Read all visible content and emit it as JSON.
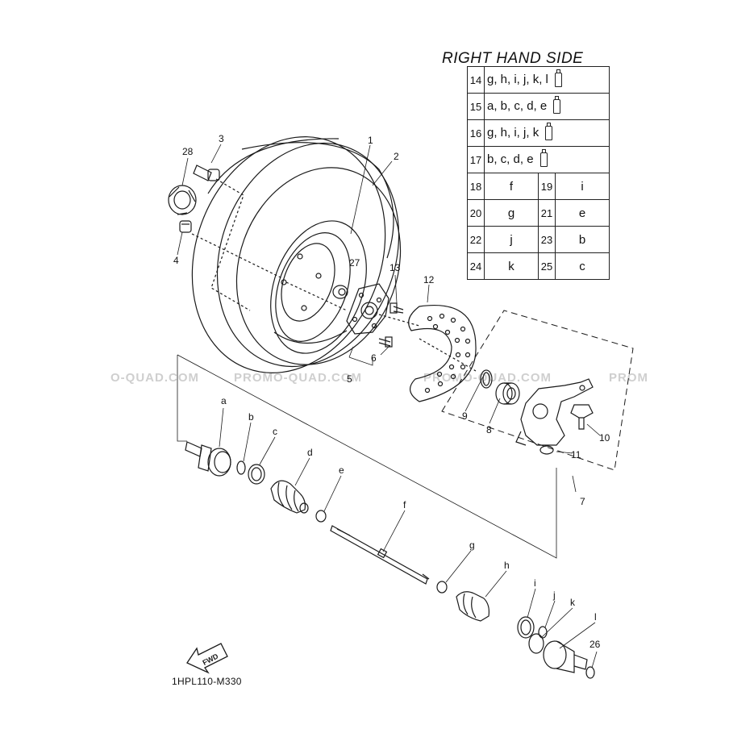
{
  "table": {
    "title": "RIGHT HAND SIDE",
    "grouped_rows": [
      {
        "num": "14",
        "parts": "g, h, i, j, k, l",
        "icon": "grease-tube-icon"
      },
      {
        "num": "15",
        "parts": "a, b, c, d, e",
        "icon": "grease-tube-icon"
      },
      {
        "num": "16",
        "parts": "g, h, i, j, k",
        "icon": "grease-tube-icon"
      },
      {
        "num": "17",
        "parts": "b, c, d, e",
        "icon": "grease-tube-icon"
      }
    ],
    "pair_rows": [
      {
        "n1": "18",
        "v1": "f",
        "n2": "19",
        "v2": "i"
      },
      {
        "n1": "20",
        "v1": "g",
        "n2": "21",
        "v2": "e"
      },
      {
        "n1": "22",
        "v1": "j",
        "n2": "23",
        "v2": "b"
      },
      {
        "n1": "24",
        "v1": "k",
        "n2": "25",
        "v2": "c"
      }
    ]
  },
  "callouts": [
    "1",
    "2",
    "3",
    "4",
    "5",
    "6",
    "7",
    "8",
    "9",
    "10",
    "11",
    "12",
    "13",
    "26",
    "27",
    "28",
    "a",
    "b",
    "c",
    "d",
    "e",
    "f",
    "g",
    "h",
    "i",
    "j",
    "k",
    "l"
  ],
  "fwd_label": "FWD",
  "part_number": "1HPL110-M330",
  "watermarks": [
    "O-QUAD.COM",
    "PROMO-QUAD.COM",
    "PROMO-QUAD.COM",
    "PROM"
  ],
  "colors": {
    "line": "#1a1a1a",
    "watermark": "#cfcfcf"
  }
}
